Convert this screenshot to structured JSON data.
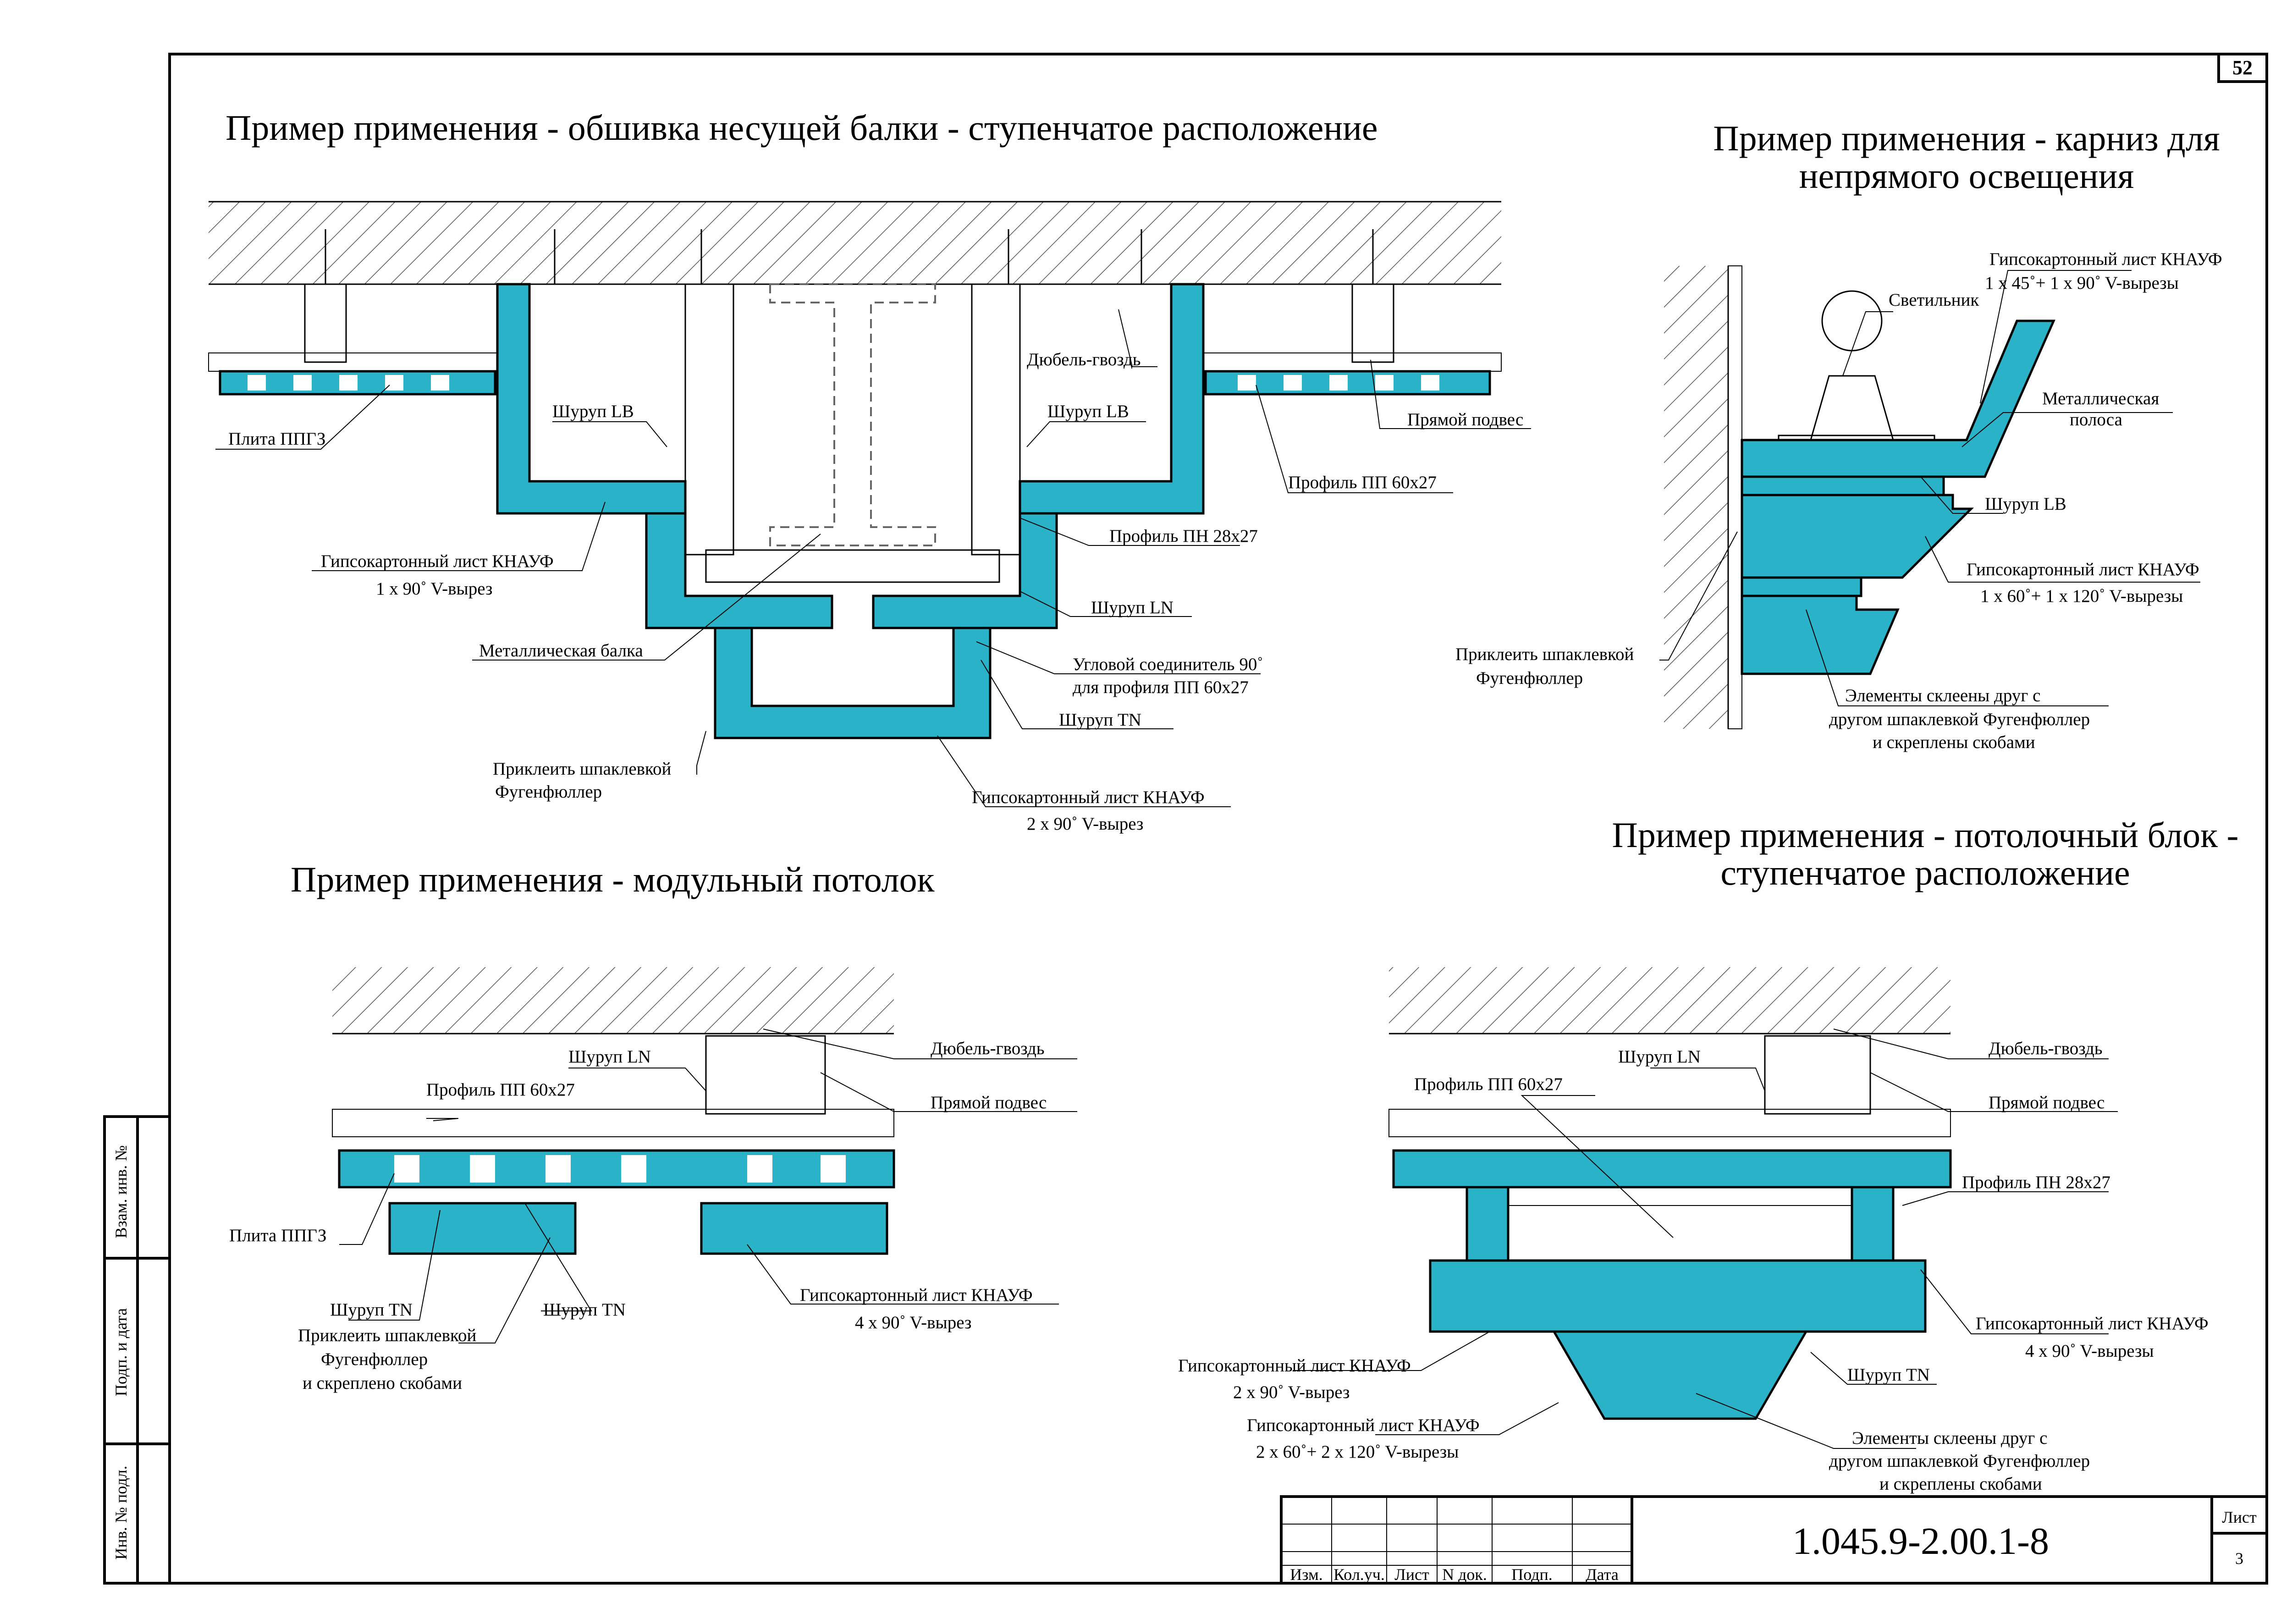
{
  "sheet_number": "52",
  "drawing_code": "1.045.9-2.00.1-8",
  "sheet": {
    "label": "Лист",
    "value": "3"
  },
  "stamp_columns": [
    "Изм.",
    "Кол.уч.",
    "Лист",
    "N док.",
    "Подп.",
    "Дата"
  ],
  "side_stamp": [
    "Взам. инв. №",
    "Подп. и дата",
    "Инв. № подл."
  ],
  "diagrams": {
    "beam": {
      "title": "Пример применения - обшивка несущей балки - ступенчатое расположение",
      "labels": {
        "dowel": "Дюбель-гвоздь",
        "screw_lb_left": "Шуруп LB",
        "screw_lb_right": "Шуруп LB",
        "direct_hanger": "Прямой подвес",
        "board": "Плита ППГЗ",
        "profile_pp": "Профиль ПП 60x27",
        "profile_pn": "Профиль ПН 28x27",
        "gkl1_line1": "Гипсокартонный лист КНАУФ",
        "gkl1_line2": "1 x 90˚ V-вырез",
        "screw_ln": "Шуруп LN",
        "metal_beam": "Металлическая балка",
        "corner_line1": "Угловой соединитель 90˚",
        "corner_line2": "для профиля ПП 60x27",
        "screw_tn": "Шуруп TN",
        "glue_line1": "Приклеить шпаклевкой",
        "glue_line2": "Фугенфюллер",
        "gkl2_line1": "Гипсокартонный лист КНАУФ",
        "gkl2_line2": "2 x 90˚ V-вырез"
      }
    },
    "cornice": {
      "title_line1": "Пример применения - карниз для",
      "title_line2": "непрямого освещения",
      "labels": {
        "gkl_top_line1": "Гипсокартонный лист КНАУФ",
        "gkl_top_line2": "1 x 45˚+ 1 x 90˚ V-вырезы",
        "lamp": "Светильник",
        "metal_strip_line1": "Металлическая",
        "metal_strip_line2": "полоса",
        "screw_lb": "Шуруп LB",
        "gkl_mid_line1": "Гипсокартонный лист КНАУФ",
        "gkl_mid_line2": "1 x 60˚+ 1 x 120˚ V-вырезы",
        "glue_line1": "Приклеить шпаклевкой",
        "glue_line2": "Фугенфюллер",
        "glued_line1": "Элементы склеены друг с",
        "glued_line2": "другом шпаклевкой Фугенфюллер",
        "glued_line3": "и скреплены скобами"
      }
    },
    "modular": {
      "title": "Пример применения - модульный потолок",
      "labels": {
        "screw_ln": "Шуруп LN",
        "dowel": "Дюбель-гвоздь",
        "profile_pp": "Профиль ПП 60x27",
        "direct_hanger": "Прямой подвес",
        "board": "Плита ППГЗ",
        "screw_tn_left": "Шуруп TN",
        "screw_tn_right": "Шуруп TN",
        "glue_line1": "Приклеить шпаклевкой",
        "glue_line2": "Фугенфюллер",
        "glue_line3": "и скреплено скобами",
        "gkl_line1": "Гипсокартонный лист КНАУФ",
        "gkl_line2": "4 x 90˚ V-вырез"
      }
    },
    "block": {
      "title_line1": "Пример применения - потолочный блок -",
      "title_line2": "ступенчатое расположение",
      "labels": {
        "screw_ln": "Шуруп LN",
        "dowel": "Дюбель-гвоздь",
        "profile_pp": "Профиль ПП 60x27",
        "direct_hanger": "Прямой подвес",
        "profile_pn": "Профиль ПН 28x27",
        "gkl_right_line1": "Гипсокартонный лист КНАУФ",
        "gkl_right_line2": "4 x 90˚ V-вырезы",
        "gkl_left1_line1": "Гипсокартонный лист КНАУФ",
        "gkl_left1_line2": "2 x 90˚ V-вырез",
        "screw_tn": "Шуруп TN",
        "gkl_left2_line1": "Гипсокартонный лист КНАУФ",
        "gkl_left2_line2": "2 x 60˚+ 2 x 120˚ V-вырезы",
        "glued_line1": "Элементы склеены друг с",
        "glued_line2": "другом шпаклевкой Фугенфюллер",
        "glued_line3": "и скреплены скобами"
      }
    }
  },
  "colors": {
    "board": "#2ab3c8",
    "line": "#000000",
    "paper": "#ffffff"
  }
}
